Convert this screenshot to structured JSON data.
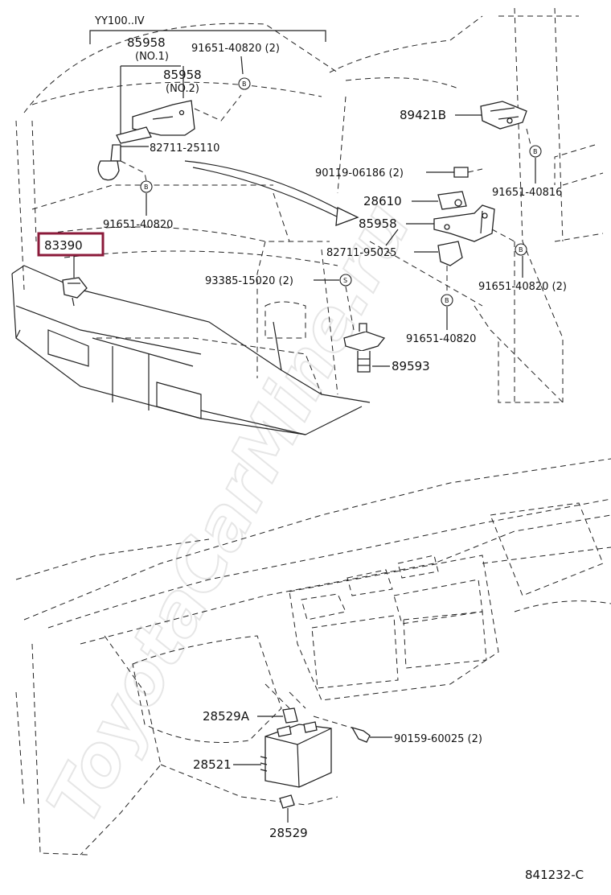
{
  "watermark": "ToyotaCarMine.ru",
  "diagram_code": "841232-C",
  "note_model": "YY100..IV",
  "labels": {
    "p85958_no1": "85958",
    "p85958_no1_sub": "(NO.1)",
    "p85958_no2": "85958",
    "p85958_no2_sub": "(NO.2)",
    "p91651_40820_2_top": "91651-40820 (2)",
    "p82711_25110": "82711-25110",
    "p91651_40820_left": "91651-40820",
    "p83390": "83390",
    "p89421b": "89421B",
    "p91651_40816": "91651-40816",
    "p90119_06186": "90119-06186 (2)",
    "p28610": "28610",
    "p85958_mid": "85958",
    "p82711_95025": "82711-95025",
    "p91651_40820_2_right": "91651-40820 (2)",
    "p93385_15020": "93385-15020 (2)",
    "p91651_40820_mid": "91651-40820",
    "p89593": "89593",
    "p28529a": "28529A",
    "p90159_60025": "90159-60025 (2)",
    "p28521": "28521",
    "p28529": "28529"
  },
  "callouts": {
    "b": "B",
    "s": "S"
  },
  "highlight_color": "#8b1a3a"
}
